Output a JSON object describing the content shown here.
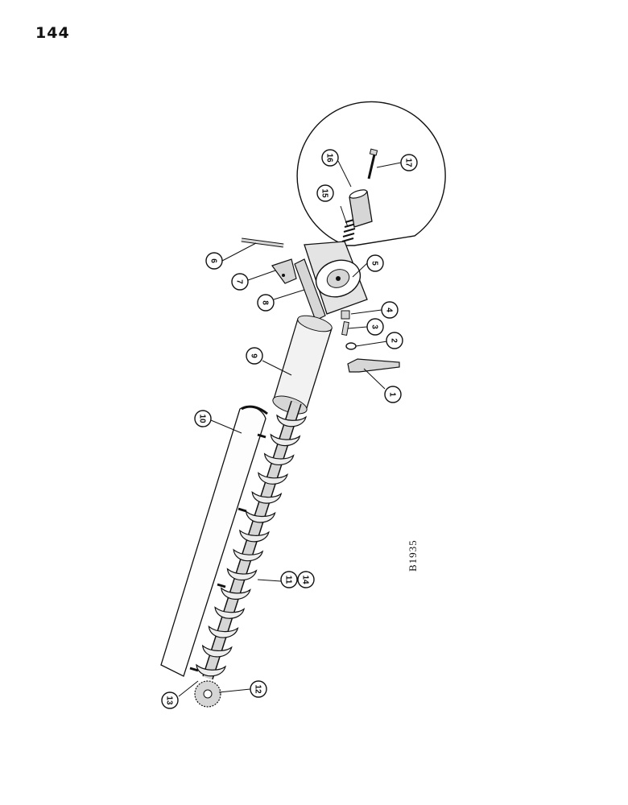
{
  "page": {
    "number": "144",
    "drawing_code": "B1935"
  },
  "colors": {
    "ink": "#111111",
    "part_fill": "#d6d6d6",
    "paper": "#ffffff"
  },
  "callouts": [
    {
      "id": "1",
      "label": "1"
    },
    {
      "id": "2",
      "label": "2"
    },
    {
      "id": "3",
      "label": "3"
    },
    {
      "id": "4",
      "label": "4"
    },
    {
      "id": "5",
      "label": "5"
    },
    {
      "id": "6",
      "label": "6"
    },
    {
      "id": "7",
      "label": "7"
    },
    {
      "id": "8",
      "label": "8"
    },
    {
      "id": "9",
      "label": "9"
    },
    {
      "id": "10",
      "label": "10"
    },
    {
      "id": "11",
      "label": "11"
    },
    {
      "id": "12",
      "label": "12"
    },
    {
      "id": "13",
      "label": "13"
    },
    {
      "id": "14",
      "label": "14"
    },
    {
      "id": "15",
      "label": "15"
    },
    {
      "id": "16",
      "label": "16"
    },
    {
      "id": "17",
      "label": "17"
    }
  ]
}
